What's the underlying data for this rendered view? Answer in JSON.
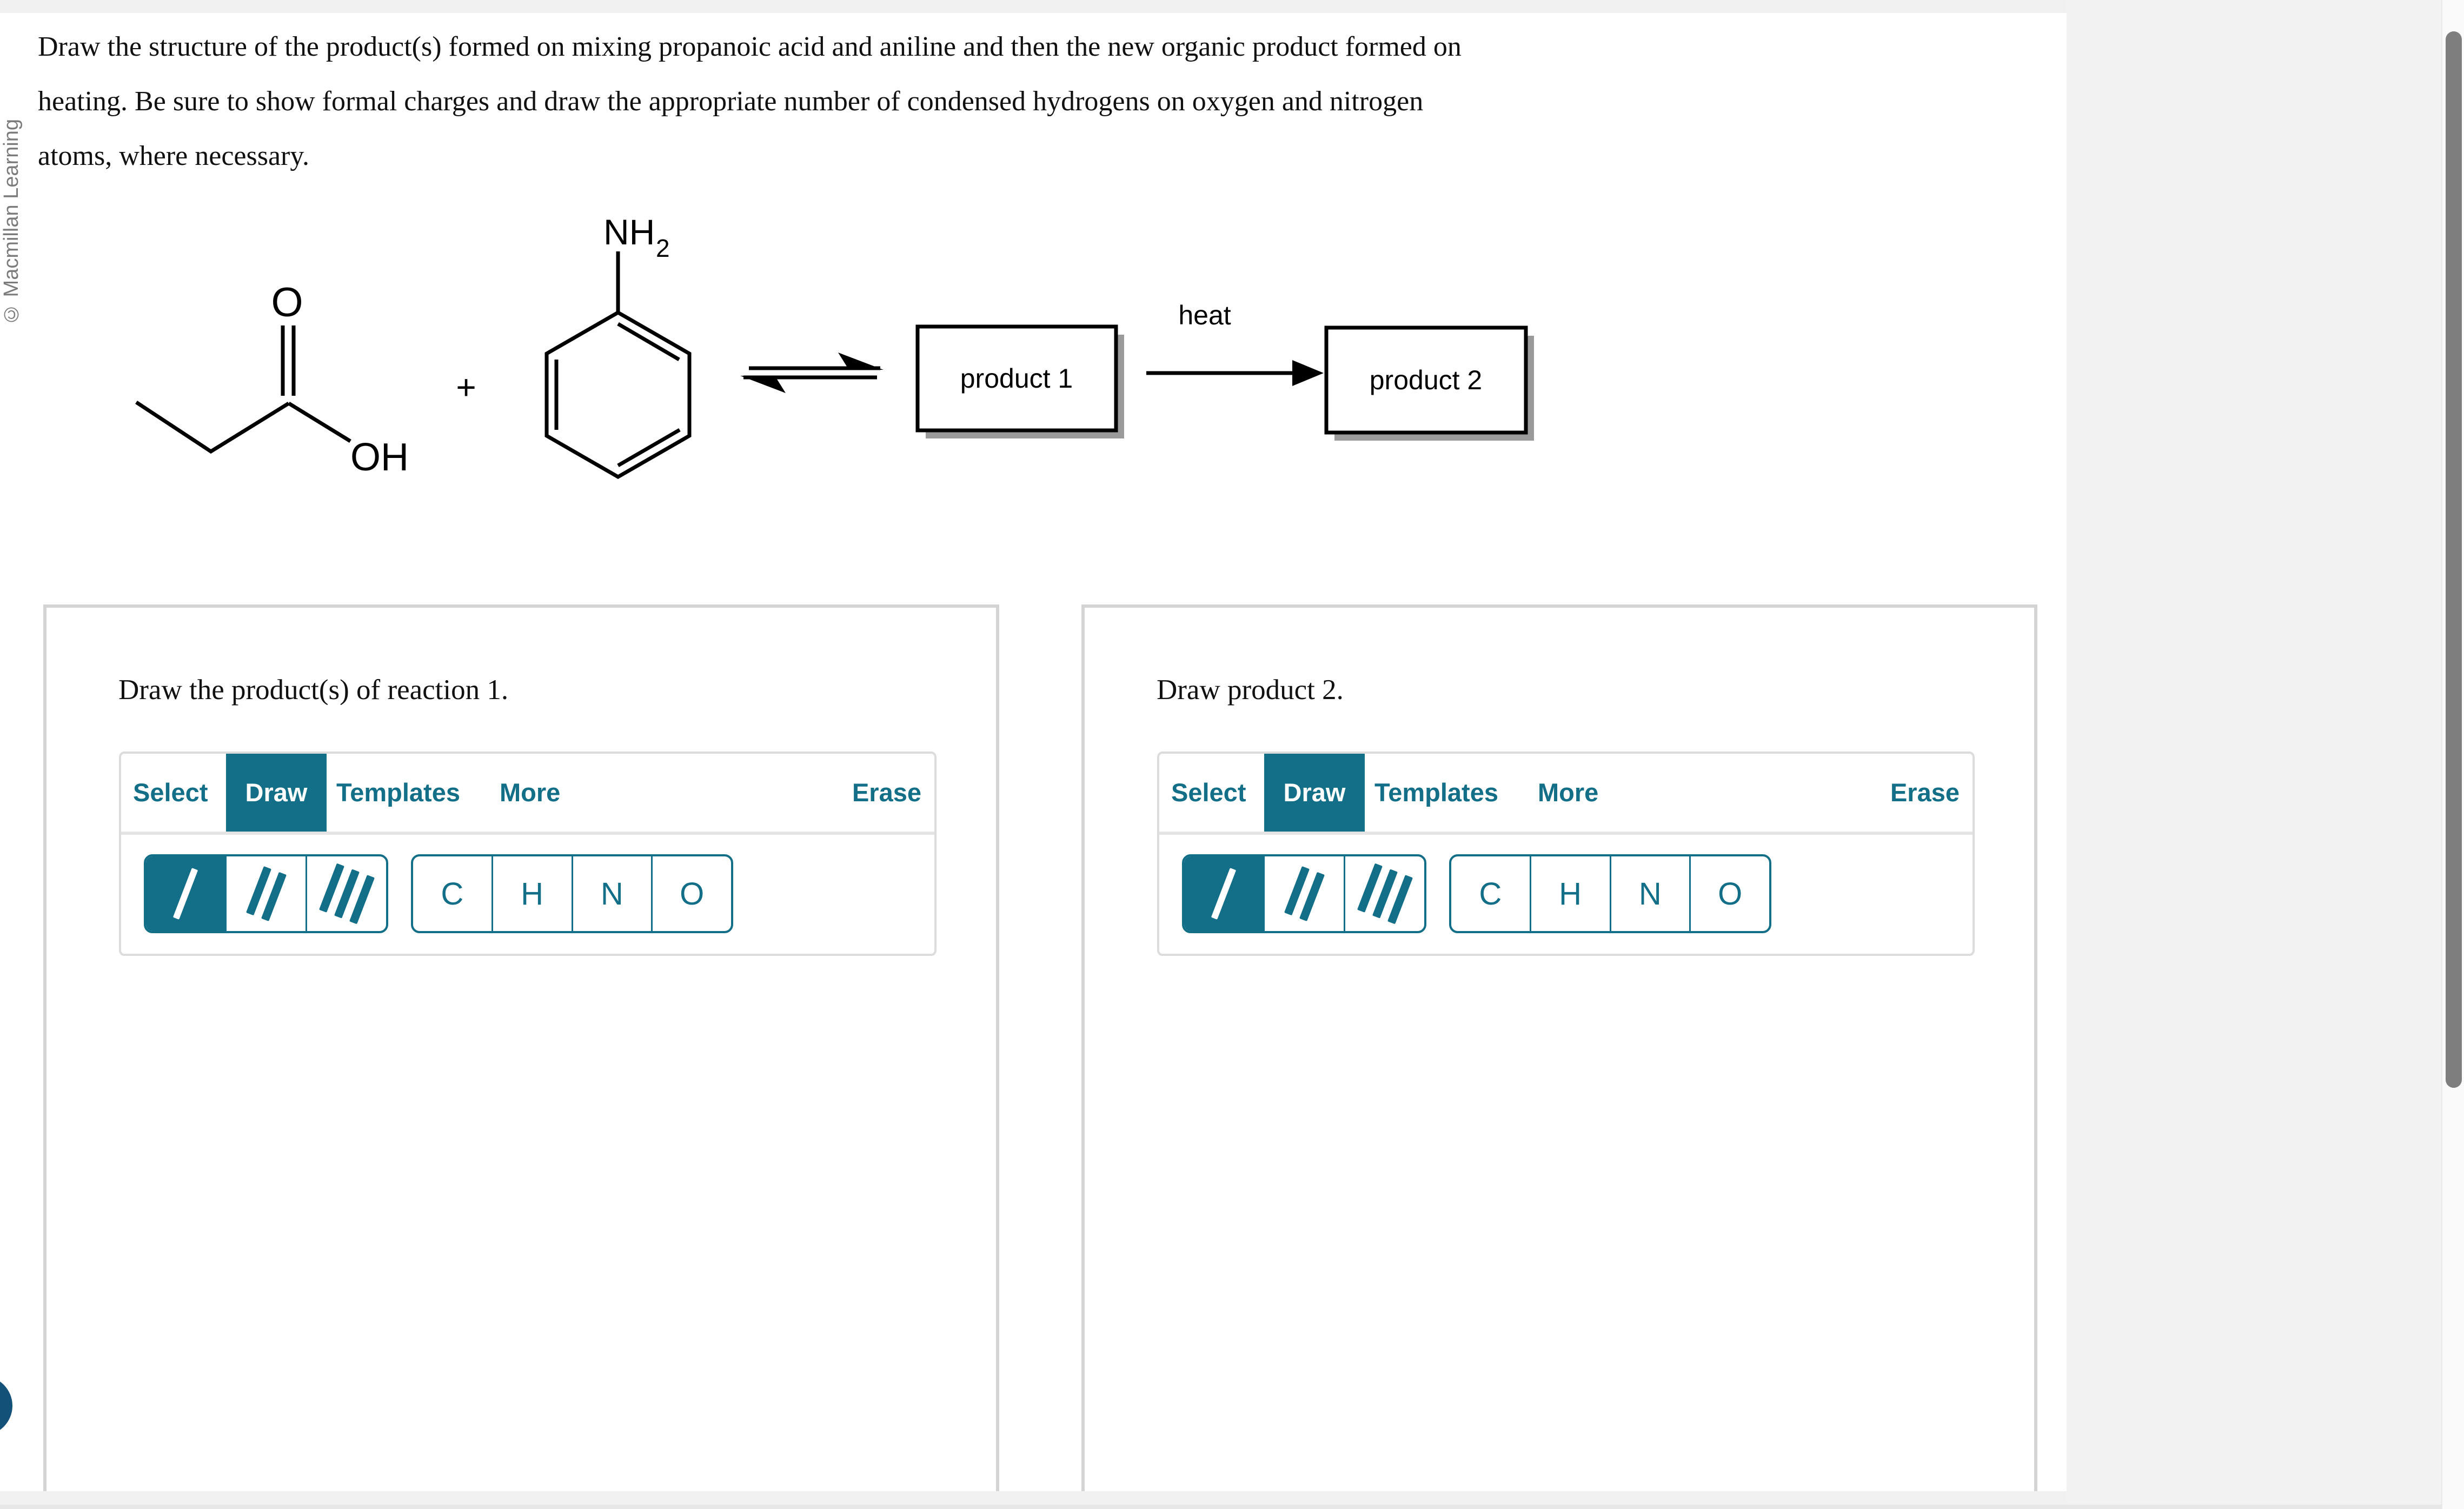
{
  "page": {
    "copyright": "© Macmillan Learning",
    "colors": {
      "accent_teal": "#136e88",
      "panel_border": "#d4d4d4",
      "toolbar_border": "#dcdcdc",
      "box_shadow_gray": "#9a9a9a",
      "scroll_thumb": "#7e7e7e",
      "page_gray": "#f2f2f2",
      "corner_circle_blue": "#145179"
    }
  },
  "question": {
    "line1": "Draw the structure of the product(s) formed on mixing propanoic acid and aniline and then the new organic product formed on",
    "line2": "heating. Be sure to show formal charges and draw the appropriate number of condensed hydrogens on oxygen and nitrogen",
    "line3": "atoms, where necessary."
  },
  "scheme": {
    "carbonyl_o_label": "O",
    "hydroxyl_label": "OH",
    "plus_sign": "+",
    "amine_label": "NH",
    "amine_subscript": "2",
    "heat_label": "heat",
    "product1_label": "product 1",
    "product2_label": "product 2"
  },
  "panels": [
    {
      "title": "Draw the product(s) of reaction 1.",
      "toolbar": {
        "select": "Select",
        "draw": "Draw",
        "templates": "Templates",
        "more": "More",
        "erase": "Erase"
      },
      "atoms": [
        "C",
        "H",
        "N",
        "O"
      ]
    },
    {
      "title": "Draw product 2.",
      "toolbar": {
        "select": "Select",
        "draw": "Draw",
        "templates": "Templates",
        "more": "More",
        "erase": "Erase"
      },
      "atoms": [
        "C",
        "H",
        "N",
        "O"
      ]
    }
  ]
}
